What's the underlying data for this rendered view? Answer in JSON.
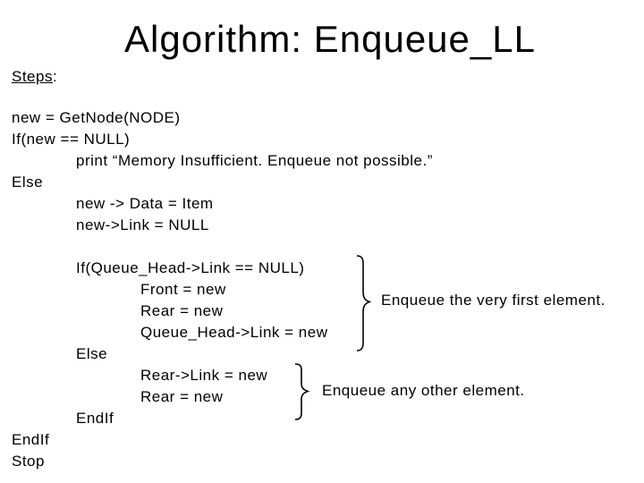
{
  "slide": {
    "title": "Algorithm: Enqueue_LL",
    "steps": {
      "label": "Steps",
      "colon": ":"
    },
    "code_lines": [
      {
        "text": "new = GetNode(NODE)",
        "indent": 0
      },
      {
        "text": "If(new == NULL)",
        "indent": 0
      },
      {
        "text": "print “Memory Insufficient. Enqueue not possible.”",
        "indent": 1
      },
      {
        "text": "Else",
        "indent": 0
      },
      {
        "text": "new -> Data = Item",
        "indent": 1
      },
      {
        "text": "new->Link = NULL",
        "indent": 1
      },
      {
        "text": "",
        "indent": 0
      },
      {
        "text": "If(Queue_Head->Link == NULL)",
        "indent": 1
      },
      {
        "text": "Front = new",
        "indent": 2
      },
      {
        "text": "Rear = new",
        "indent": 2
      },
      {
        "text": "Queue_Head->Link = new",
        "indent": 2
      },
      {
        "text": "Else",
        "indent": 1
      },
      {
        "text": "Rear->Link = new",
        "indent": 2
      },
      {
        "text": "Rear = new",
        "indent": 2
      },
      {
        "text": "EndIf",
        "indent": 1
      },
      {
        "text": "EndIf",
        "indent": 0
      },
      {
        "text": "Stop",
        "indent": 0
      }
    ],
    "annotations": [
      {
        "text": "Enqueue the very first element."
      },
      {
        "text": "Enqueue any other element."
      }
    ],
    "colors": {
      "background": "#ffffff",
      "text": "#000000"
    }
  }
}
